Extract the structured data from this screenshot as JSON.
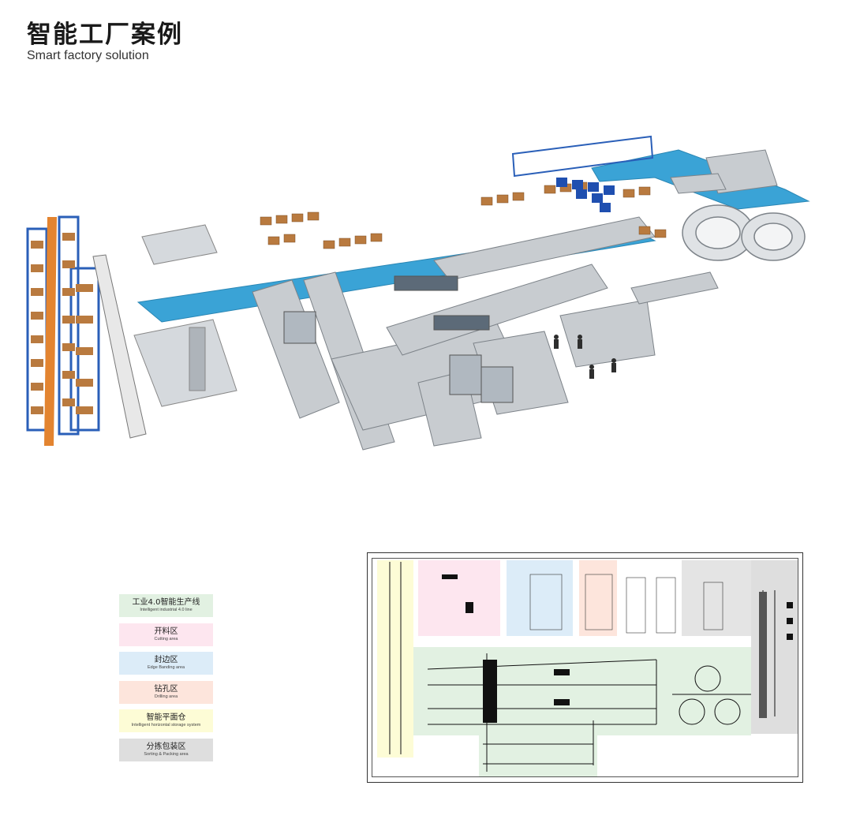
{
  "header": {
    "title": "智能工厂案例",
    "subtitle": "Smart factory solution"
  },
  "legend": {
    "items": [
      {
        "zh": "工业4.0智能生产线",
        "en": "Intelligent industrial 4.0 line",
        "color": "#e2f1e2"
      },
      {
        "zh": "开料区",
        "en": "Cutting area",
        "color": "#fde6ef"
      },
      {
        "zh": "封边区",
        "en": "Edge Banding area",
        "color": "#dcecf8"
      },
      {
        "zh": "钻孔区",
        "en": "Drilling area",
        "color": "#fde5dc"
      },
      {
        "zh": "智能平面仓",
        "en": "Intelligent horizontal storage system",
        "color": "#fdfcd6"
      },
      {
        "zh": "分拣包装区",
        "en": "Sorting & Packing area",
        "color": "#dedede"
      }
    ]
  },
  "colors": {
    "conveyor_gray": "#c8ccd0",
    "floor_blue": "#3aa3d6",
    "rack_blue": "#2a5fb8",
    "box_brown": "#b97a3f"
  }
}
